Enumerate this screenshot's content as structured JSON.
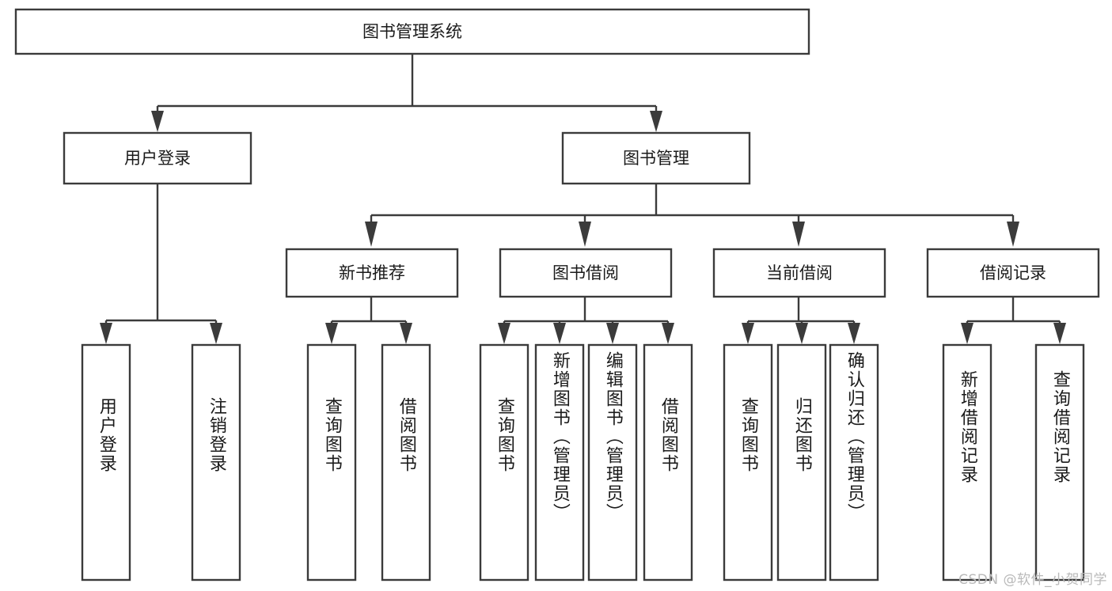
{
  "diagram": {
    "title": "图书管理系统",
    "type": "tree-hierarchy",
    "watermark": "CSDN @软件_小贺同学",
    "colors": {
      "box_stroke": "#3b3b3b",
      "box_fill": "#ffffff",
      "text": "#1a1a1a",
      "background": "#ffffff",
      "watermark": "#b9b9b9"
    }
  },
  "nodes": {
    "root": {
      "label": "图书管理系统",
      "level": 1
    },
    "level2": [
      {
        "id": "user-login",
        "label": "用户登录"
      },
      {
        "id": "book-manage",
        "label": "图书管理"
      }
    ],
    "level3": [
      {
        "id": "new-book-recommend",
        "label": "新书推荐",
        "parent": "book-manage"
      },
      {
        "id": "book-borrow",
        "label": "图书借阅",
        "parent": "book-manage"
      },
      {
        "id": "current-borrow",
        "label": "当前借阅",
        "parent": "book-manage"
      },
      {
        "id": "borrow-record",
        "label": "借阅记录",
        "parent": "book-manage"
      }
    ],
    "leaves": [
      {
        "id": "leaf-user-login",
        "label": "用户登录",
        "parent": "user-login"
      },
      {
        "id": "leaf-user-logout",
        "label": "注销登录",
        "parent": "user-login"
      },
      {
        "id": "leaf-query-book-1",
        "label": "查询图书",
        "parent": "new-book-recommend"
      },
      {
        "id": "leaf-borrow-book-1",
        "label": "借阅图书",
        "parent": "new-book-recommend"
      },
      {
        "id": "leaf-query-book-2",
        "label": "查询图书",
        "parent": "book-borrow"
      },
      {
        "id": "leaf-add-book",
        "label": "新增图书（管理员）",
        "parent": "book-borrow"
      },
      {
        "id": "leaf-edit-book",
        "label": "编辑图书（管理员）",
        "parent": "book-borrow"
      },
      {
        "id": "leaf-borrow-book-2",
        "label": "借阅图书",
        "parent": "book-borrow"
      },
      {
        "id": "leaf-query-book-3",
        "label": "查询图书",
        "parent": "current-borrow"
      },
      {
        "id": "leaf-return-book",
        "label": "归还图书",
        "parent": "current-borrow"
      },
      {
        "id": "leaf-confirm-return",
        "label": "确认归还（管理员）",
        "parent": "current-borrow"
      },
      {
        "id": "leaf-add-record",
        "label": "新增借阅记录",
        "parent": "borrow-record"
      },
      {
        "id": "leaf-query-record",
        "label": "查询借阅记录",
        "parent": "borrow-record"
      }
    ]
  }
}
